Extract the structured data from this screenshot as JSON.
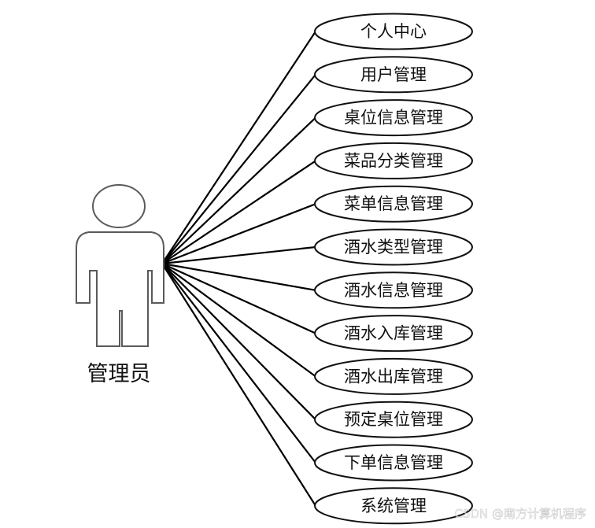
{
  "actor": {
    "label": "管理员"
  },
  "use_cases": [
    "个人中心",
    "用户管理",
    "桌位信息管理",
    "菜品分类管理",
    "菜单信息管理",
    "酒水类型管理",
    "酒水信息管理",
    "酒水入库管理",
    "酒水出库管理",
    "预定桌位管理",
    "下单信息管理",
    "系统管理"
  ],
  "watermark": "CSDN @南方计算机程序"
}
